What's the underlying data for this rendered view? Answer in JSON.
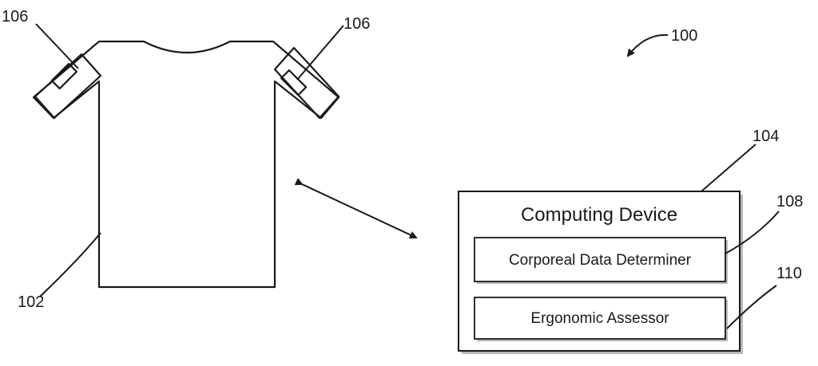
{
  "figure": {
    "system_ref": "100",
    "garment": {
      "ref": "102"
    },
    "sensors": [
      {
        "ref": "106"
      },
      {
        "ref": "106"
      }
    ],
    "computing_device": {
      "ref": "104",
      "title": "Computing Device",
      "components": [
        {
          "ref": "108",
          "label": "Corporeal Data Determiner"
        },
        {
          "ref": "110",
          "label": "Ergonomic Assessor"
        }
      ]
    }
  }
}
